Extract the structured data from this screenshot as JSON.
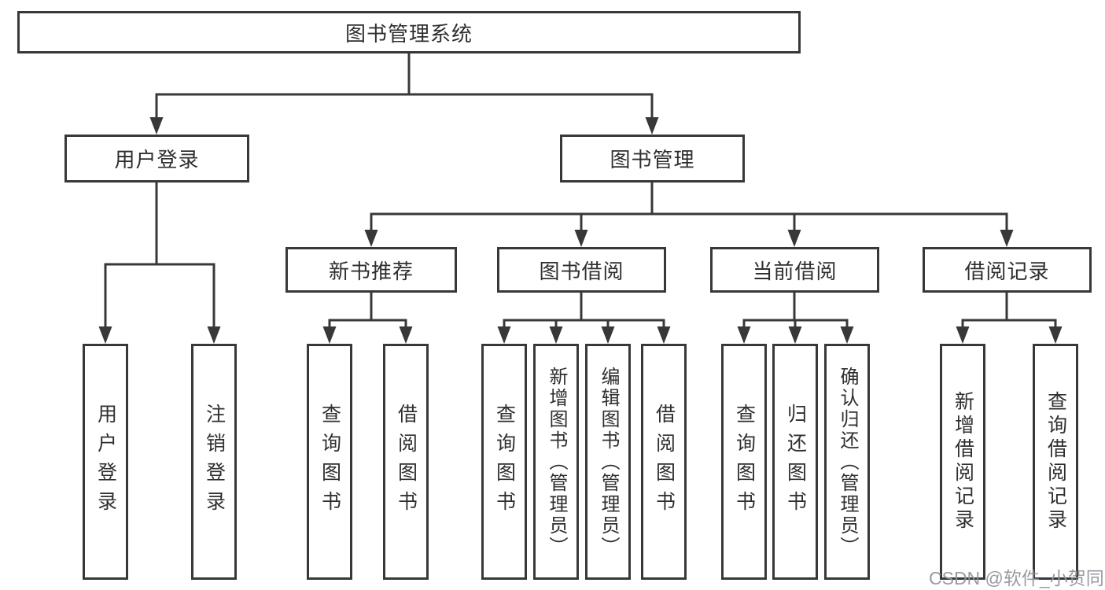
{
  "title": "图书管理系统",
  "watermark": "CSDN @软件_小贺同学",
  "colors": {
    "background": "#ffffff",
    "box_border": "#383838",
    "connector_line": "#383838",
    "text": "#2f2f2f",
    "watermark_text": "#94969c"
  },
  "tree": {
    "label": "图书管理系统",
    "children": [
      {
        "label": "用户登录",
        "children": [
          {
            "label": "用户登录"
          },
          {
            "label": "注销登录"
          }
        ]
      },
      {
        "label": "图书管理",
        "children": [
          {
            "label": "新书推荐",
            "children": [
              {
                "label": "查询图书"
              },
              {
                "label": "借阅图书"
              }
            ]
          },
          {
            "label": "图书借阅",
            "children": [
              {
                "label": "查询图书"
              },
              {
                "label": "新增图书（管理员）"
              },
              {
                "label": "编辑图书（管理员）"
              },
              {
                "label": "借阅图书"
              }
            ]
          },
          {
            "label": "当前借阅",
            "children": [
              {
                "label": "查询图书"
              },
              {
                "label": "归还图书"
              },
              {
                "label": "确认归还（管理员）"
              }
            ]
          },
          {
            "label": "借阅记录",
            "children": [
              {
                "label": "新增借阅记录"
              },
              {
                "label": "查询借阅记录"
              }
            ]
          }
        ]
      }
    ]
  }
}
